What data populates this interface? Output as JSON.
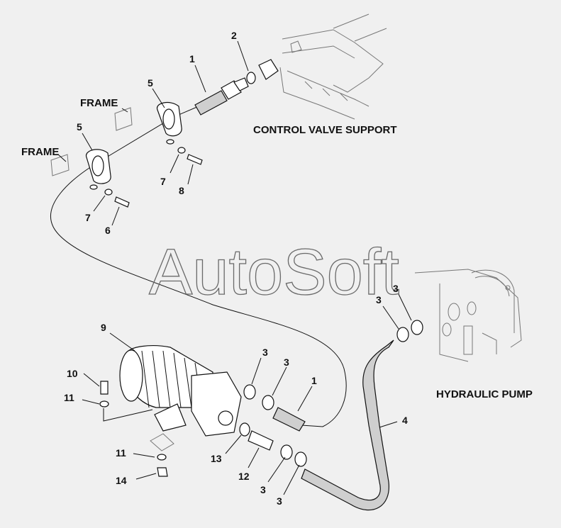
{
  "labels": {
    "control_valve_support": "CONTROL VALVE SUPPORT",
    "frame_upper": "FRAME",
    "frame_lower": "FRAME",
    "hydraulic_pump": "HYDRAULIC PUMP"
  },
  "watermark": "AutoSoft",
  "callouts": {
    "c1_top": "1",
    "c2": "2",
    "c5_upper": "5",
    "c5_lower": "5",
    "c7_upper": "7",
    "c8": "8",
    "c7_lower": "7",
    "c6": "6",
    "c3_pump_a": "3",
    "c3_pump_b": "3",
    "c9": "9",
    "c10": "10",
    "c11_upper": "11",
    "c3_filter_a": "3",
    "c3_filter_b": "3",
    "c1_bottom": "1",
    "c4": "4",
    "c13": "13",
    "c12": "12",
    "c11_lower": "11",
    "c14": "14",
    "c3_bottom_a": "3",
    "c3_bottom_b": "3"
  }
}
